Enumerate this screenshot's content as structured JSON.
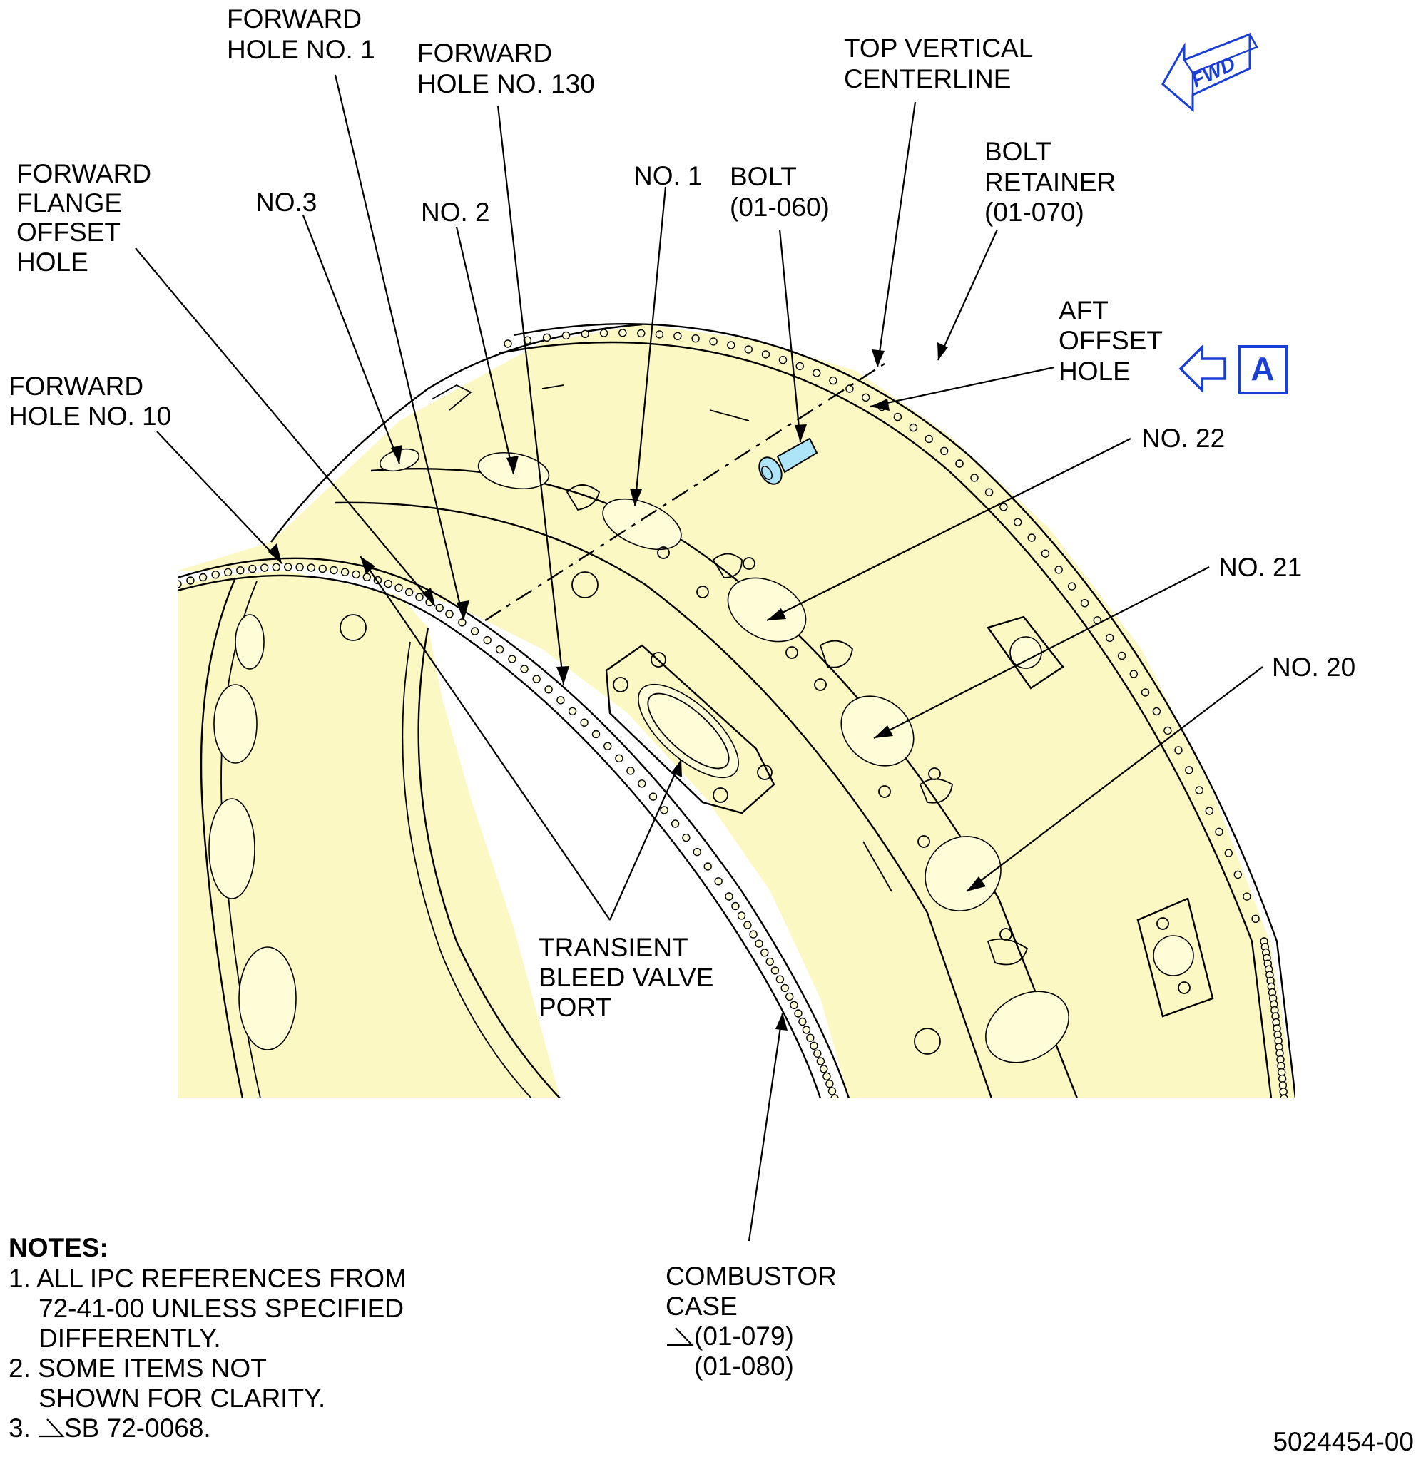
{
  "colors": {
    "part_fill": "#fcf8c4",
    "line": "#000000",
    "highlight_blue": "#1a3fd6",
    "bolt_blue": "#aee4f7"
  },
  "icons": {
    "fwd_arrow": "fwd-direction-arrow-icon",
    "view_arrow": "hollow-left-arrow-icon"
  },
  "labels": {
    "forward_hole_1": [
      "FORWARD",
      "HOLE NO. 1"
    ],
    "forward_hole_130": [
      "FORWARD",
      "HOLE NO. 130"
    ],
    "top_vertical_centerline": [
      "TOP VERTICAL",
      "CENTERLINE"
    ],
    "forward_flange_offset_hole": [
      "FORWARD",
      "FLANGE",
      "OFFSET",
      "HOLE"
    ],
    "no_3": "NO.3",
    "no_2": "NO. 2",
    "no_1": "NO. 1",
    "bolt": [
      "BOLT",
      "(01-060)"
    ],
    "bolt_retainer": [
      "BOLT",
      "RETAINER",
      "(01-070)"
    ],
    "aft_offset_hole": [
      "AFT",
      "OFFSET",
      "HOLE"
    ],
    "forward_hole_10": [
      "FORWARD",
      "HOLE NO. 10"
    ],
    "no_22": "NO. 22",
    "no_21": "NO. 21",
    "no_20": "NO. 20",
    "transient_bleed_valve_port": [
      "TRANSIENT",
      "BLEED VALVE",
      "PORT"
    ],
    "combustor_case": [
      "COMBUSTOR",
      "CASE",
      "(01-079)",
      "(01-080)"
    ]
  },
  "fwd_marker": "FWD",
  "view_marker": "A",
  "notes": {
    "title": "NOTES:",
    "items": [
      [
        "1. ALL IPC REFERENCES FROM",
        "72-41-00 UNLESS SPECIFIED",
        "DIFFERENTLY."
      ],
      [
        "2. SOME ITEMS NOT",
        "SHOWN FOR CLARITY."
      ],
      [
        "3.",
        "SB 72-0068."
      ]
    ]
  },
  "figure_number": "5024454-00"
}
